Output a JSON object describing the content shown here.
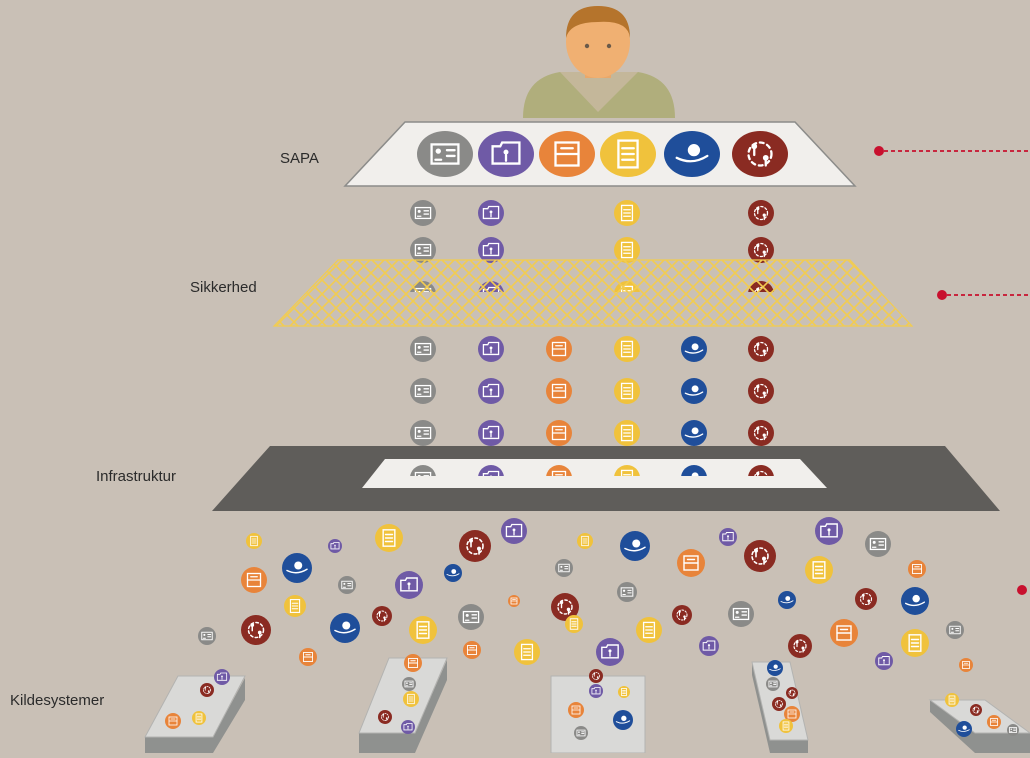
{
  "layers": {
    "sapa": "SAPA",
    "sikkerhed": "Sikkerhed",
    "infrastruktur": "Infrastruktur",
    "kildesystemer": "Kildesystemer"
  },
  "colors": {
    "background": "#c9c0b6",
    "gray": "#8a8a88",
    "purple": "#6f5aa6",
    "orange": "#e8843a",
    "yellow": "#f0c23c",
    "blue": "#1f4e9a",
    "red": "#8a2b22",
    "net": "#f2cc50",
    "infrastructure": "#5f5d5a",
    "connector": "#c8102e"
  },
  "icon_types": [
    {
      "name": "person-card-icon",
      "color": "gray"
    },
    {
      "name": "folder-person-icon",
      "color": "purple"
    },
    {
      "name": "inbox-tray-icon",
      "color": "orange"
    },
    {
      "name": "document-icon",
      "color": "yellow"
    },
    {
      "name": "money-hand-icon",
      "color": "blue"
    },
    {
      "name": "people-cycle-icon",
      "color": "red"
    }
  ]
}
